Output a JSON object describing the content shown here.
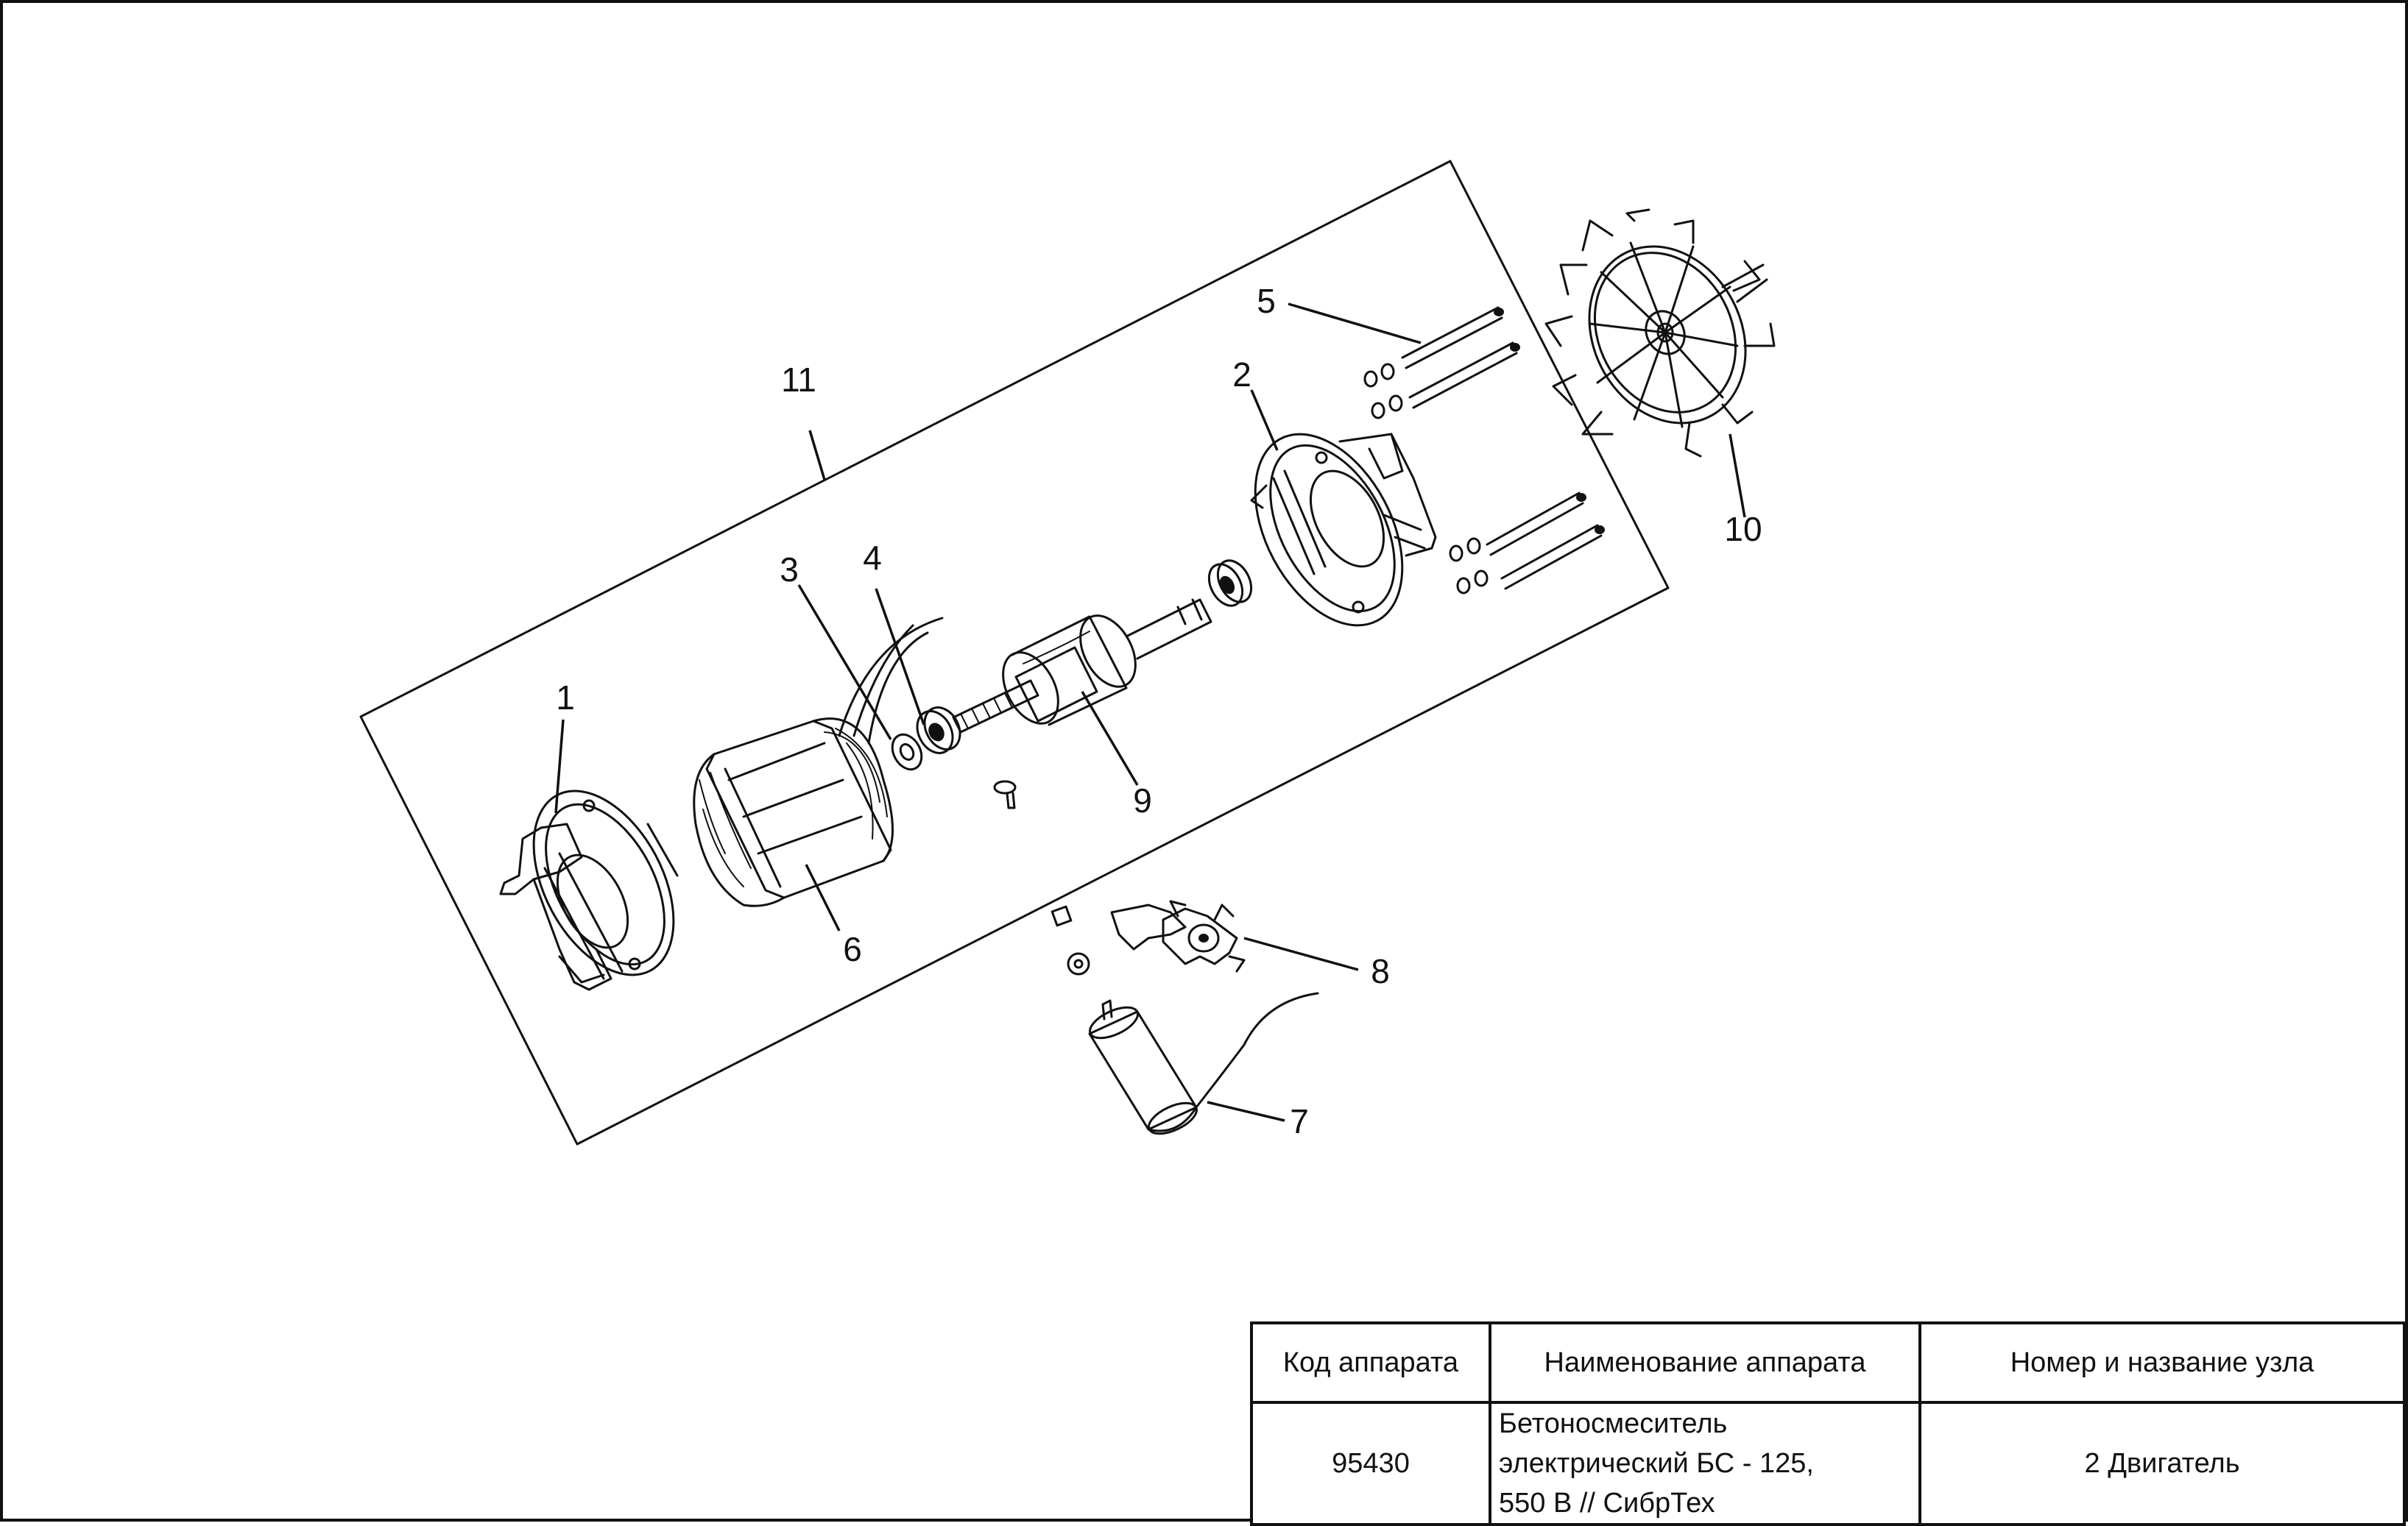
{
  "callouts": [
    {
      "id": "1",
      "label": "1"
    },
    {
      "id": "2",
      "label": "2"
    },
    {
      "id": "3",
      "label": "3"
    },
    {
      "id": "4",
      "label": "4"
    },
    {
      "id": "5",
      "label": "5"
    },
    {
      "id": "6",
      "label": "6"
    },
    {
      "id": "7",
      "label": "7"
    },
    {
      "id": "8",
      "label": "8"
    },
    {
      "id": "9",
      "label": "9"
    },
    {
      "id": "10",
      "label": "10"
    },
    {
      "id": "11",
      "label": "11"
    }
  ],
  "title_block": {
    "headers": {
      "code": "Код аппарата",
      "name": "Наименование аппарата",
      "assembly": "Номер и название узла"
    },
    "values": {
      "code": "95430",
      "name": "Бетоносмеситель\nэлектрический БС - 125,\n550 В // СибрТех",
      "assembly": "2 Двигатель"
    }
  }
}
